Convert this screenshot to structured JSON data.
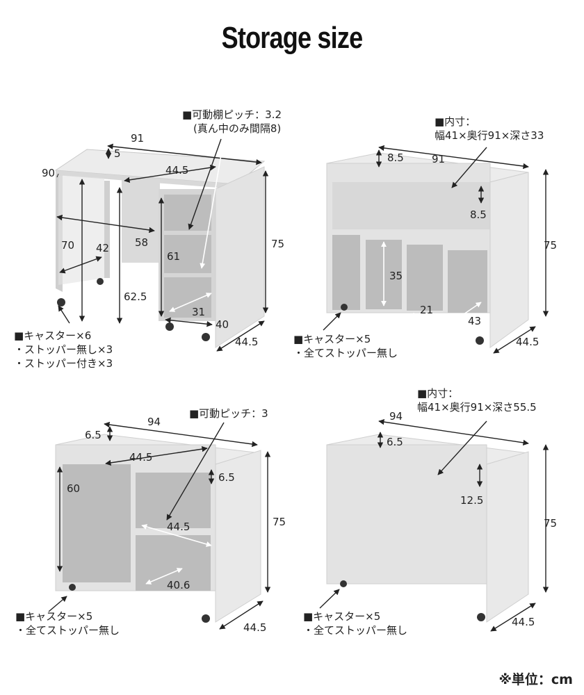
{
  "page": {
    "title": "Storage size",
    "unit_note": "※単位：cm"
  },
  "desk": {
    "dims": {
      "d91": "91",
      "d90": "90",
      "d5": "5",
      "d44_5_top": "44.5",
      "d70": "70",
      "d42": "42",
      "d58": "58",
      "d61": "61",
      "d62_5": "62.5",
      "d75": "75",
      "d31": "31",
      "d40": "40",
      "d44_5_side": "44.5"
    },
    "note_shelf": [
      "■可動棚ピッチ：3.2",
      "(真ん中のみ間隔8)"
    ],
    "note_caster": [
      "■キャスター×6",
      "・ストッパー無し×3",
      "・ストッパー付き×3"
    ]
  },
  "rack": {
    "dims": {
      "d8_5_top": "8.5",
      "d91": "91",
      "d8_5_inner": "8.5",
      "d75": "75",
      "d35": "35",
      "d21": "21",
      "d43": "43",
      "d44_5": "44.5"
    },
    "note_inner": [
      "■内寸：",
      "幅41×奥行91×深さ33"
    ],
    "note_caster": [
      "■キャスター×5",
      "・全てストッパー無し"
    ]
  },
  "cube": {
    "dims": {
      "d94": "94",
      "d6_5_top": "6.5",
      "d44_5_top": "44.5",
      "d6_5_inner": "6.5",
      "d60": "60",
      "d44_5_mid": "44.5",
      "d75": "75",
      "d40_6": "40.6",
      "d44_5_side": "44.5"
    },
    "note_pitch": [
      "■可動ピッチ：3"
    ],
    "note_caster": [
      "■キャスター×5",
      "・全てストッパー無し"
    ]
  },
  "box": {
    "dims": {
      "d94": "94",
      "d6_5": "6.5",
      "d12_5": "12.5",
      "d75": "75",
      "d44_5": "44.5"
    },
    "note_inner": [
      "■内寸：",
      "幅41×奥行91×深さ55.5"
    ],
    "note_caster": [
      "■キャスター×5",
      "・全てストッパー無し"
    ]
  },
  "colors": {
    "furniture_face": "#e4e4e4",
    "furniture_side": "#cfcfcf",
    "furniture_inner": "#b9b9b9",
    "arrow": "#222222",
    "inner_arrow": "#ffffff"
  }
}
